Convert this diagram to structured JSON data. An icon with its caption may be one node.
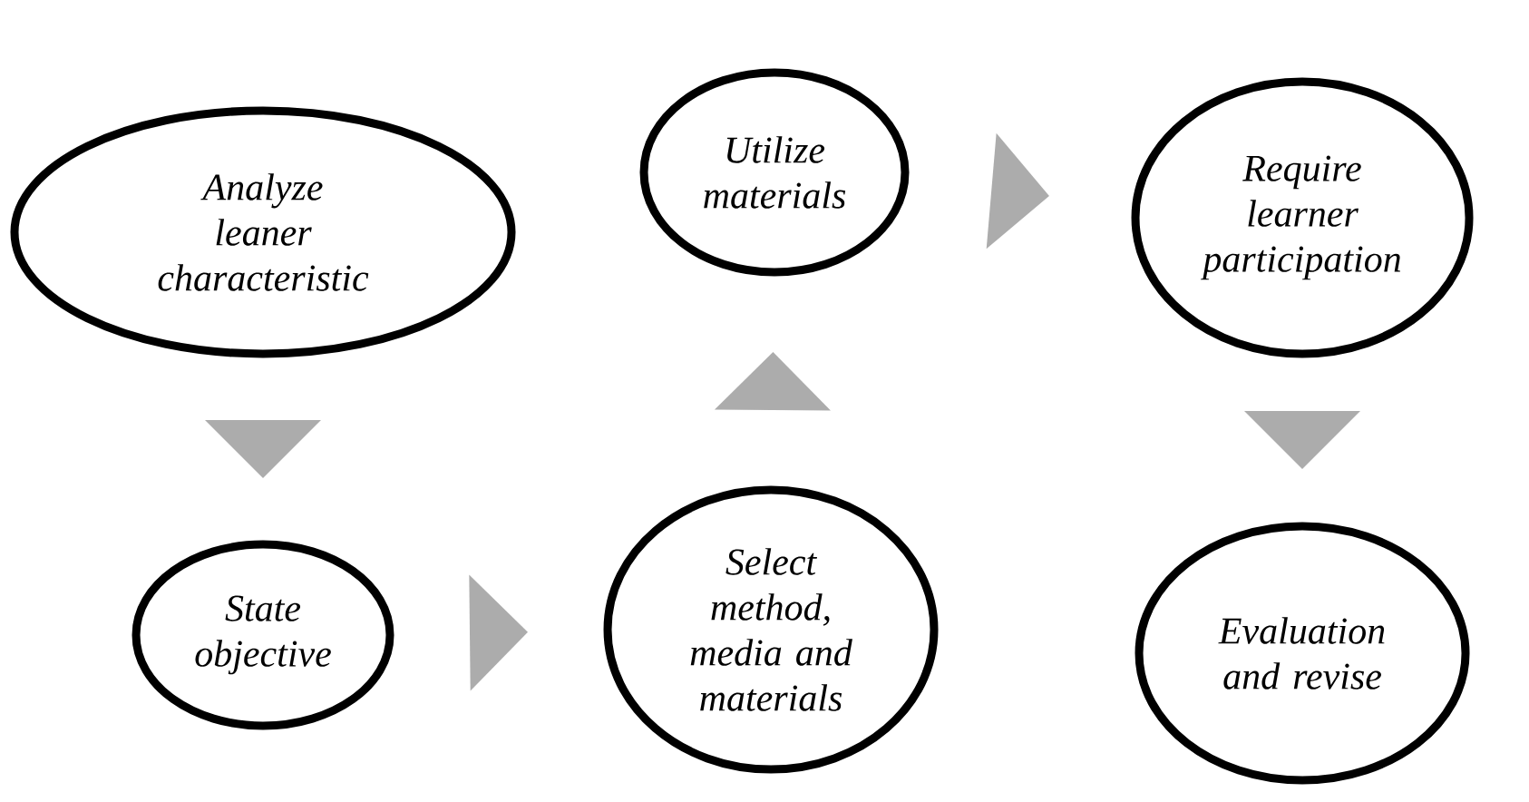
{
  "diagram": {
    "nodes": [
      {
        "text": [
          "Analyze leaner characteristic"
        ]
      },
      {
        "text": [
          "Utilize materials"
        ]
      },
      {
        "text": [
          "Require learner participation"
        ]
      },
      {
        "text": [
          "State objective"
        ]
      },
      {
        "text": [
          "Select method, media and materials"
        ]
      },
      {
        "text": [
          "Evaluation and revise"
        ]
      }
    ],
    "edges": [
      {
        "from": 0,
        "to": 3,
        "arrow": "to"
      },
      {
        "from": 3,
        "to": 4,
        "arrow": "to"
      },
      {
        "from": 4,
        "to": 1,
        "arrow": "to"
      },
      {
        "from": 1,
        "to": 2,
        "arrow": "to"
      },
      {
        "from": 2,
        "to": 5,
        "arrow": "to"
      }
    ]
  }
}
